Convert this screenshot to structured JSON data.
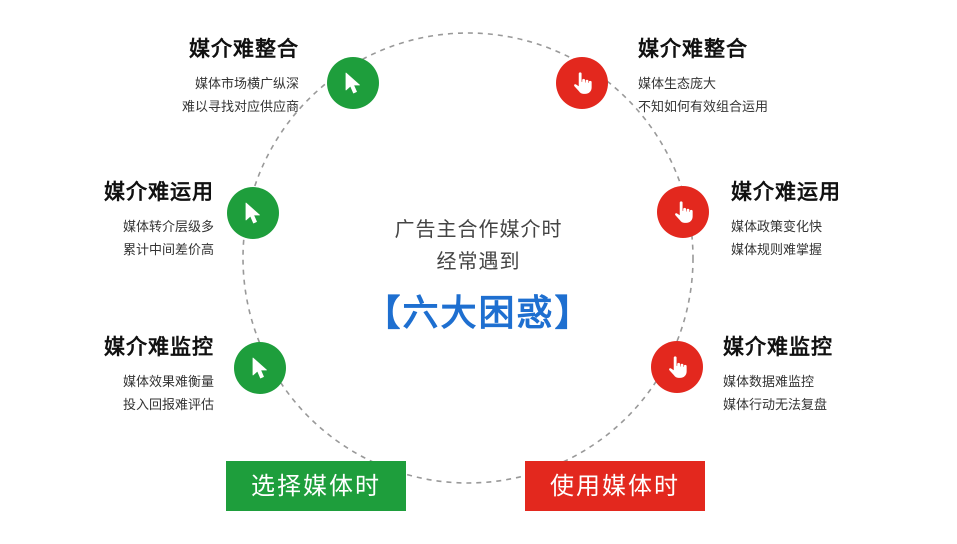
{
  "colors": {
    "green": "#1e9e3c",
    "red": "#e3281e",
    "blue": "#1e6fd0",
    "dashed_ring": "#999999"
  },
  "center": {
    "line1": "广告主合作媒介时",
    "line2": "经常遇到",
    "title": "【六大困惑】"
  },
  "left": [
    {
      "title": "媒介难整合",
      "lines": [
        "媒体市场横广纵深",
        "难以寻找对应供应商"
      ],
      "icon": "cursor-arrow-icon"
    },
    {
      "title": "媒介难运用",
      "lines": [
        "媒体转介层级多",
        "累计中间差价高"
      ],
      "icon": "cursor-arrow-icon"
    },
    {
      "title": "媒介难监控",
      "lines": [
        "媒体效果难衡量",
        "投入回报难评估"
      ],
      "icon": "cursor-arrow-icon"
    }
  ],
  "right": [
    {
      "title": "媒介难整合",
      "lines": [
        "媒体生态庞大",
        "不知如何有效组合运用"
      ],
      "icon": "hand-pointer-icon"
    },
    {
      "title": "媒介难运用",
      "lines": [
        "媒体政策变化快",
        "媒体规则难掌握"
      ],
      "icon": "hand-pointer-icon"
    },
    {
      "title": "媒介难监控",
      "lines": [
        "媒体数据难监控",
        "媒体行动无法复盘"
      ],
      "icon": "hand-pointer-icon"
    }
  ],
  "buttons": {
    "left": "选择媒体时",
    "right": "使用媒体时"
  }
}
